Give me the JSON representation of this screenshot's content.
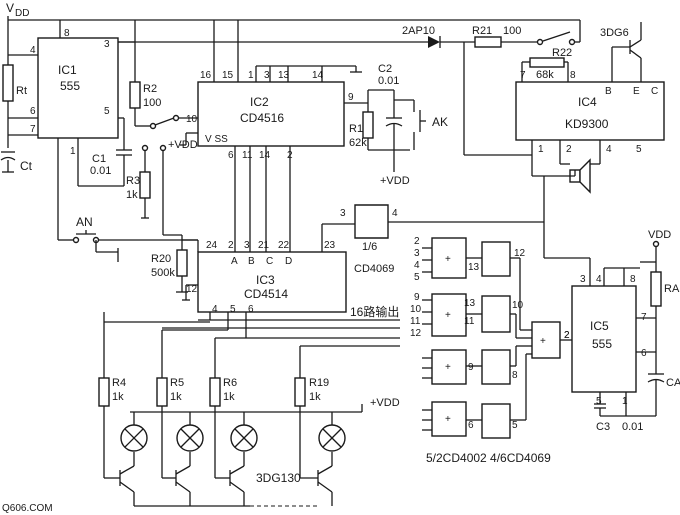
{
  "supply": {
    "vdd_top": "V",
    "vdd_top_sub": "DD",
    "vdd_plus": "+VDD",
    "vdd_right": "VDD"
  },
  "diode": {
    "name": "2AP10"
  },
  "resistors": {
    "r21": {
      "name": "R21",
      "value": "100"
    },
    "r22": {
      "name": "R22",
      "value": "68k"
    },
    "rt": {
      "name": "Rt"
    },
    "r2": {
      "name": "R2",
      "value": "100"
    },
    "r1": {
      "name": "R1",
      "value": "62k"
    },
    "r3": {
      "name": "R3",
      "value": "1k"
    },
    "r20": {
      "name": "R20",
      "value": "500k"
    },
    "ra": {
      "name": "RA"
    },
    "r4": {
      "name": "R4",
      "value": "1k"
    },
    "r5": {
      "name": "R5",
      "value": "1k"
    },
    "r6": {
      "name": "R6",
      "value": "1k"
    },
    "r19": {
      "name": "R19",
      "value": "1k"
    }
  },
  "capacitors": {
    "c1": {
      "name": "C1",
      "value": "0.01"
    },
    "c2": {
      "name": "C2",
      "value": "0.01"
    },
    "c3": {
      "name": "C3",
      "value": "0.01"
    },
    "ct": {
      "name": "Ct"
    },
    "ca": {
      "name": "CA"
    }
  },
  "switches": {
    "ak": "AK",
    "an": "AN"
  },
  "transistors": {
    "top": "3DG6",
    "drivers": "3DG130"
  },
  "chips": {
    "ic1": {
      "name": "IC1",
      "part": "555",
      "pins": [
        "4",
        "8",
        "3",
        "6",
        "7",
        "5",
        "1"
      ]
    },
    "ic2": {
      "name": "IC2",
      "part": "CD4516",
      "vss": "V SS",
      "top_pins": [
        "16",
        "15",
        "1",
        "3",
        "13",
        "14"
      ],
      "side_pins": [
        "10",
        "9",
        "6",
        "11",
        "14",
        "2"
      ]
    },
    "ic3": {
      "name": "IC3",
      "part": "CD4514",
      "top_pins": [
        "24",
        "2",
        "3",
        "21",
        "22",
        "23",
        "12"
      ],
      "letters": [
        "A",
        "B",
        "C",
        "D"
      ],
      "bottom_pins": [
        "4",
        "5",
        "6"
      ]
    },
    "ic4": {
      "name": "IC4",
      "part": "KD9300",
      "pins": [
        "7",
        "8",
        "B",
        "E",
        "C",
        "1",
        "2",
        "4",
        "5"
      ]
    },
    "ic5": {
      "name": "IC5",
      "part": "555",
      "pins": [
        "3",
        "4",
        "8",
        "7",
        "6",
        "2",
        "5",
        "1"
      ]
    }
  },
  "inverter": {
    "label": "1/6",
    "part": "CD4069",
    "pins": [
      "3",
      "4"
    ]
  },
  "gates": {
    "g1": {
      "in": [
        "2",
        "3",
        "4",
        "5"
      ],
      "out": "13",
      "out2": "12"
    },
    "g2": {
      "in": [
        "9",
        "10",
        "11",
        "12"
      ],
      "out": "13",
      "in2": "11",
      "out2": "10"
    },
    "g3": {
      "in": [
        "9",
        "8"
      ]
    },
    "g4": {
      "in": [
        "6",
        "5"
      ]
    },
    "final": {
      "out": "2"
    }
  },
  "outputs_label": "16路输出",
  "bottom_caption": "5/2CD4002  4/6CD4069",
  "watermark": "Q606.COM"
}
